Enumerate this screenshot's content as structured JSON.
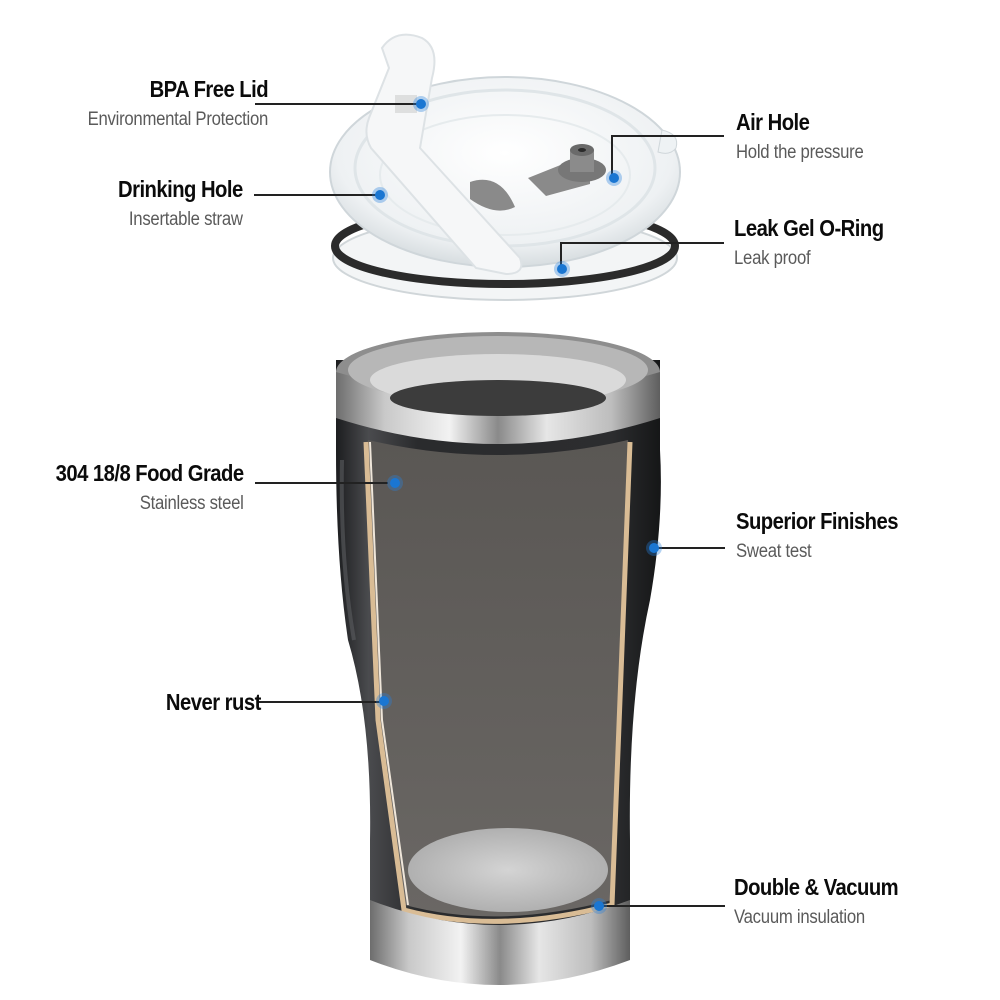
{
  "callouts": {
    "bpa_free_lid": {
      "title": "BPA Free Lid",
      "subtitle": "Environmental Protection"
    },
    "drinking_hole": {
      "title": "Drinking Hole",
      "subtitle": "Insertable straw"
    },
    "air_hole": {
      "title": "Air Hole",
      "subtitle": "Hold the pressure"
    },
    "leak_gel_o_ring": {
      "title": "Leak Gel O-Ring",
      "subtitle": "Leak proof"
    },
    "food_grade": {
      "title": "304 18/8 Food Grade",
      "subtitle": "Stainless steel"
    },
    "superior_finishes": {
      "title": "Superior Finishes",
      "subtitle": "Sweat test"
    },
    "never_rust": {
      "title": "Never rust"
    },
    "double_vacuum": {
      "title": "Double & Vacuum",
      "subtitle": "Vacuum insulation"
    }
  },
  "colors": {
    "marker": "#1a76d2",
    "leader_line": "#222222",
    "title_text": "#0b0b0b",
    "subtitle_text": "#5a5a5a",
    "tumbler_body": "#2b2c2e",
    "inner_wall": "#5e5b58",
    "copper_layer": "#c9a57a"
  },
  "product": {
    "name": "tumbler-with-lid",
    "view": "exploded-cutaway"
  }
}
